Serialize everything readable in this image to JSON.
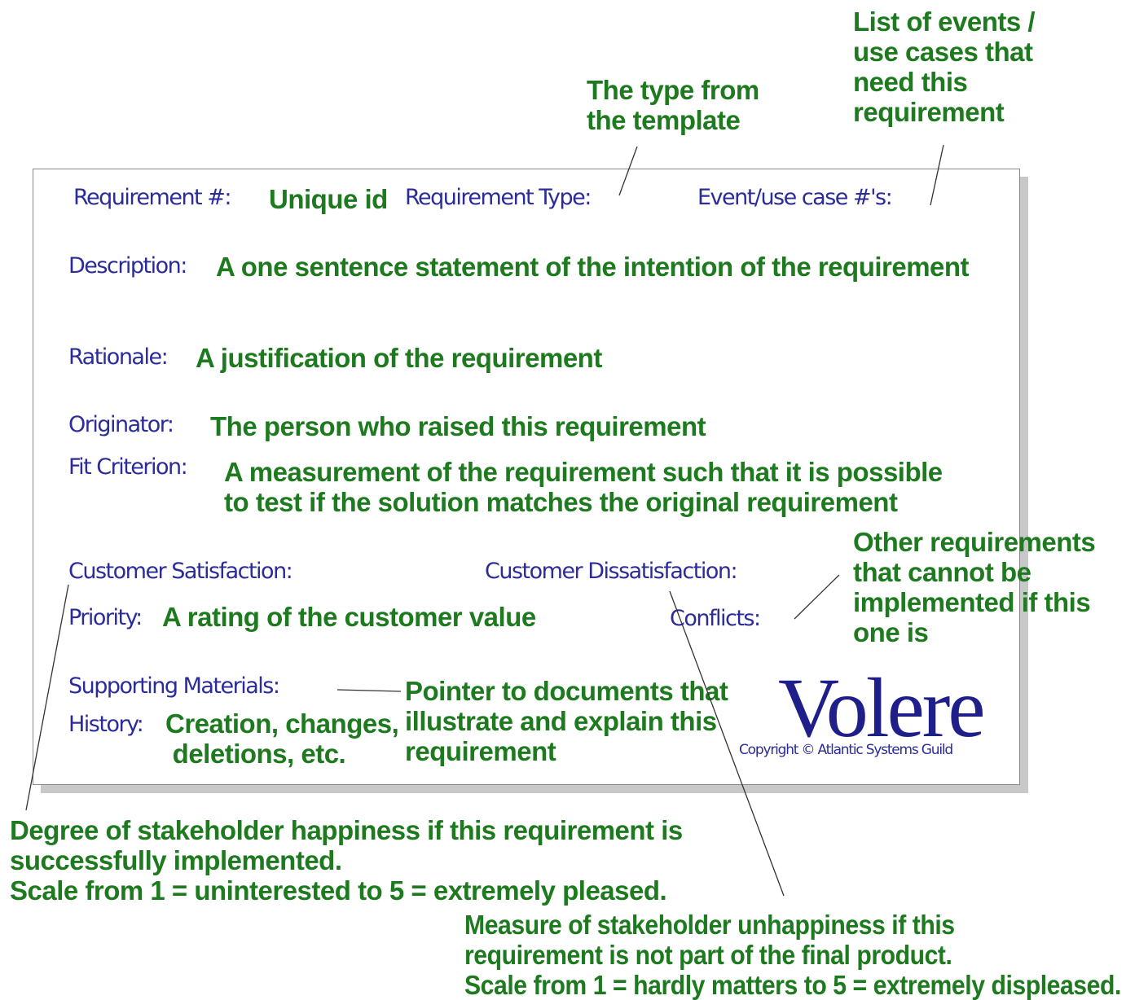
{
  "card": {
    "requirement_label": "Requirement #:",
    "requirement_value": "Unique id",
    "type_label": "Requirement Type:",
    "event_label": "Event/use case #'s:",
    "description_label": "Description:",
    "description_value": "A one sentence statement of the intention of the requirement",
    "rationale_label": "Rationale:",
    "rationale_value": "A justification of the requirement",
    "originator_label": "Originator:",
    "originator_value": "The person who raised this requirement",
    "fit_label": "Fit Criterion:",
    "fit_value": "A measurement of the requirement such that it is possible\nto test if the solution matches the original requirement",
    "satisfaction_label": "Customer Satisfaction:",
    "dissatisfaction_label": "Customer Dissatisfaction:",
    "priority_label": "Priority:",
    "priority_value": "A rating of the customer value",
    "conflicts_label": "Conflicts:",
    "supporting_label": "Supporting Materials:",
    "supporting_value": "Pointer to documents that\nillustrate and explain this\nrequirement",
    "history_label": "History:",
    "history_value": "Creation, changes,\n deletions, etc.",
    "logo": "Volere",
    "copyright": "Copyright © Atlantic Systems Guild"
  },
  "annotations": {
    "type_note": "The type from\nthe template",
    "events_note": "List of events /\nuse cases that\nneed this\nrequirement",
    "conflicts_note": "Other requirements\nthat cannot be\nimplemented if this\none is",
    "satisfaction_note": "Degree of stakeholder happiness if this requirement is\nsuccessfully implemented.\nScale from 1 = uninterested to 5 = extremely pleased.",
    "dissatisfaction_note": "Measure of stakeholder unhappiness if this\nrequirement is not part of the final product.\nScale from 1 = hardly matters to 5 = extremely displeased."
  }
}
